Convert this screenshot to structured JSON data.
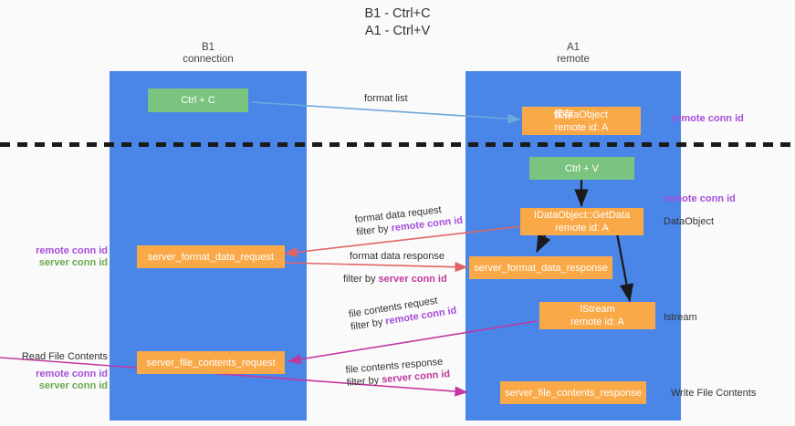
{
  "title": {
    "line1": "B1 - Ctrl+C",
    "line2": "A1 - Ctrl+V"
  },
  "lanes": [
    {
      "name": "B1",
      "sub": "connection"
    },
    {
      "name": "A1",
      "sub": "remote"
    }
  ],
  "colors": {
    "lane": "#4a86e8",
    "green_box": "#7bc47f",
    "orange_box": "#f9a948",
    "remote_conn_id": "#a64ddb",
    "server_conn_id": "#6aa84f",
    "arrow_blue": "#6fa8dc",
    "arrow_red": "#e06666",
    "arrow_magenta": "#c2389f",
    "arrow_black": "#1a1a1a",
    "background": "#fafafa"
  },
  "boxes": {
    "ctrl_c": "Ctrl + C",
    "ctrl_v": "Ctrl + V",
    "idataobject_l1": "IDataObject",
    "idataobject_overlay": "保存",
    "idataobject_l2": "remote id: A",
    "getdata_l1": "IDataObject::GetData",
    "getdata_l2": "remote id: A",
    "istream_l1": "IStream",
    "istream_l2": "remote id: A",
    "server_format_data_request": "server_format_data_request",
    "server_format_data_response": "server_format_data_response",
    "server_file_contents_request": "server_file_contents_request",
    "server_file_contents_response": "server_file_contents_response"
  },
  "edge_labels": {
    "format_list": "format list",
    "format_data_request": "format data request",
    "format_data_request_filter_prefix": "filter by ",
    "format_data_request_filter_key": "remote conn id",
    "format_data_response": "format data response",
    "format_data_response_filter_prefix": "filter by ",
    "format_data_response_filter_key": "server conn id",
    "file_contents_request": "file contents request",
    "file_contents_request_filter_prefix": "filter by ",
    "file_contents_request_filter_key": "remote conn id",
    "file_contents_response": "file contents response",
    "file_contents_response_filter_prefix": "filter by ",
    "file_contents_response_filter_key": "server conn id"
  },
  "annotations": {
    "right_remote_conn_id_top": "remote conn id",
    "right_remote_conn_id_mid": "remote conn id",
    "right_dataobject": "DataObject",
    "right_istream": "Istream",
    "right_write_file_contents": "Write File Contents",
    "left_remote_conn_id_mid": "remote conn id",
    "left_server_conn_id_mid": "server conn id",
    "left_read_file_contents": "Read File Contents",
    "left_remote_conn_id_bottom": "remote conn id",
    "left_server_conn_id_bottom": "server conn id"
  }
}
